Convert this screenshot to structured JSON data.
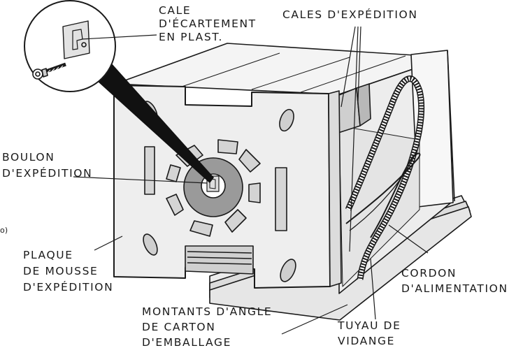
{
  "labels": {
    "plastic_spacer": [
      "CALE",
      "D'ÉCARTEMENT",
      "EN PLAST."
    ],
    "shipping_blocks": [
      "CALES D'EXPÉDITION"
    ],
    "shipping_bolt": [
      "BOULON",
      "D'EXPÉDITION"
    ],
    "foam_plate": [
      "PLAQUE",
      "DE MOUSSE",
      "D'EXPÉDITION"
    ],
    "corner_posts": [
      "MONTANTS D'ANGLE",
      "DE CARTON",
      "D'EMBALLAGE"
    ],
    "drain_hose": [
      "TUYAU DE",
      "VIDANGE"
    ],
    "power_cord": [
      "CORDON",
      "D'ALIMENTATION"
    ],
    "edge_fragment": "o)"
  }
}
